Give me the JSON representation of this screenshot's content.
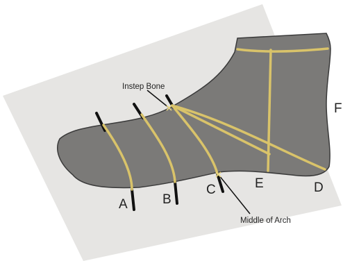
{
  "colors": {
    "background": "#ffffff",
    "sheet": "#e6e5e3",
    "foot_fill": "#7b7a78",
    "foot_outline": "#3a3a3a",
    "measure_line": "#d9c36a",
    "marker_line": "#111111",
    "text": "#222222"
  },
  "annotations": {
    "instep_bone": "Instep Bone",
    "middle_of_arch": "Middle of Arch"
  },
  "measurement_labels": {
    "a": "A",
    "b": "B",
    "c": "C",
    "d": "D",
    "e": "E",
    "f": "F"
  },
  "icons": {
    "instep_marker": "x-marker-icon",
    "arch_marker": "x-marker-icon"
  }
}
